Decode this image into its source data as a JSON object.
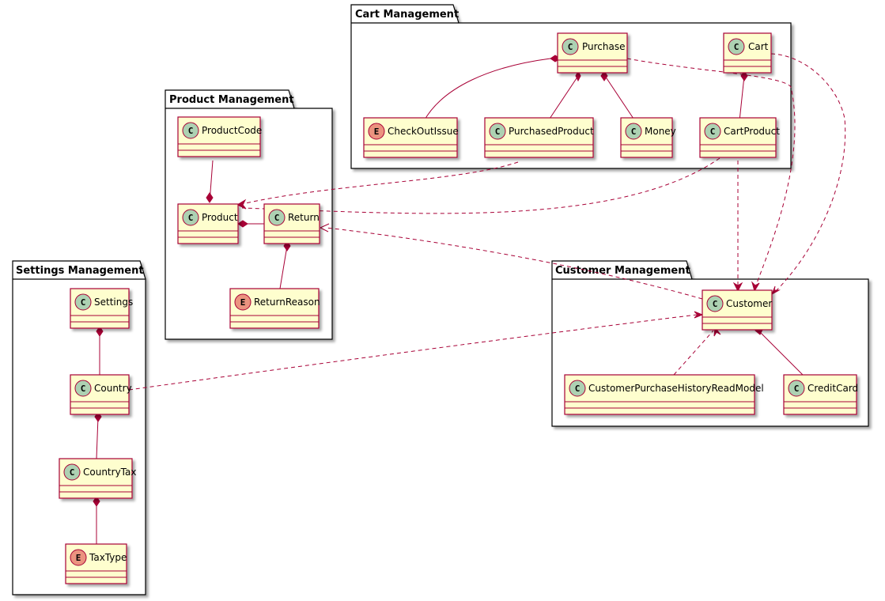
{
  "colors": {
    "class_fill": "#FEFECE",
    "class_border": "#A80036",
    "relation": "#A80036",
    "class_circle": "#ADD1B2",
    "enum_circle": "#EB937F",
    "package_border": "#000000"
  },
  "packages": {
    "cart": "Cart Management",
    "product": "Product Management",
    "settings": "Settings Management",
    "customer": "Customer Management"
  },
  "stereotypes": {
    "class": "C",
    "enum": "E"
  },
  "classes": {
    "purchase": "Purchase",
    "cart": "Cart",
    "checkout_issue": "CheckOutIssue",
    "purchased_product": "PurchasedProduct",
    "money": "Money",
    "cart_product": "CartProduct",
    "product_code": "ProductCode",
    "product": "Product",
    "return": "Return",
    "return_reason": "ReturnReason",
    "settings": "Settings",
    "country": "Country",
    "country_tax": "CountryTax",
    "tax_type": "TaxType",
    "customer": "Customer",
    "customer_purchase_history": "CustomerPurchaseHistoryReadModel",
    "credit_card": "CreditCard"
  }
}
